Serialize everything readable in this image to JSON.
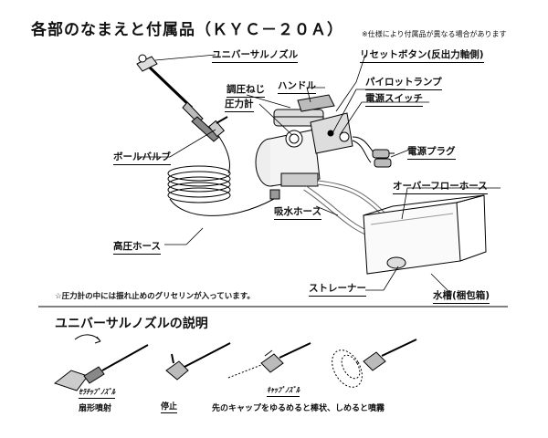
{
  "title": "各部のなまえと付属品（ＫＹＣ－２０Ａ）",
  "note": "※仕様により付属品が異なる場合があります",
  "parts": {
    "universal_nozzle": "ユニバーサルノズル",
    "reset_button": "リセットボタン(反出力軸側)",
    "pressure_screw": "調圧ねじ",
    "handle": "ハンドル",
    "pressure_gauge": "圧力計",
    "pilot_lamp": "パイロットランプ",
    "power_switch": "電源スイッチ",
    "ball_valve": "ボールバルブ",
    "power_plug": "電源プラグ",
    "overflow_hose": "オーバーフローホース",
    "suction_hose": "吸水ホース",
    "high_pressure_hose": "高圧ホース",
    "strainer": "ストレーナー",
    "water_tank": "水槽(梱包箱)"
  },
  "gauge_note": "☆圧力計の中には振れ止めのグリセリンが入っています。",
  "nozzle_section": {
    "title": "ユニバーサルノズルの説明",
    "items": [
      {
        "label": "ｾﾗﾁｯﾌﾟﾉｽﾞﾙ",
        "caption": "扇形噴射"
      },
      {
        "label": "停止",
        "caption": ""
      },
      {
        "label": "ｷｬｯﾌﾟﾉｽﾞﾙ",
        "caption": "先のキャップをゆるめると棒状、しめると噴霧"
      }
    ]
  }
}
